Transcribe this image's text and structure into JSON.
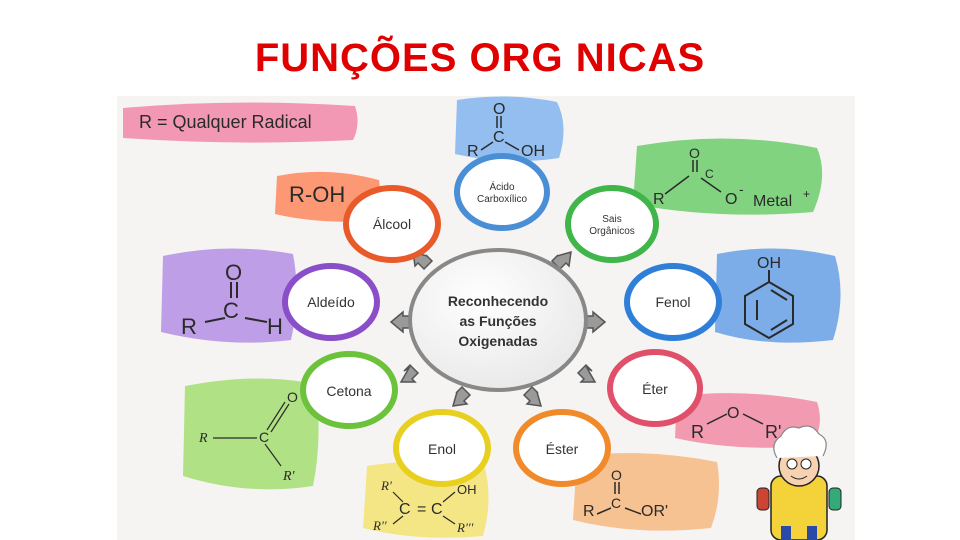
{
  "title": "FUNÇÕES ORG NICAS",
  "colors": {
    "title": "#e00000",
    "ring": "#999999"
  },
  "radical_note": "R = Qualquer Radical",
  "center": {
    "line1": "Reconhecendo",
    "line2": "as Funções",
    "line3": "Oxigenadas"
  },
  "functions": {
    "acido": {
      "line1": "Ácido",
      "line2": "Carboxílico",
      "color": "#4a8fd6"
    },
    "sais": {
      "line1": "Sais",
      "line2": "Orgânicos",
      "color": "#3fb54a"
    },
    "fenol": {
      "label": "Fenol",
      "color": "#2f7fd8"
    },
    "eter": {
      "label": "Éter",
      "color": "#e0506a"
    },
    "ester": {
      "label": "Éster",
      "color": "#f08a2a"
    },
    "enol": {
      "label": "Enol",
      "color": "#e8d020"
    },
    "cetona": {
      "label": "Cetona",
      "color": "#6cc23a"
    },
    "aldeido": {
      "label": "Aldeído",
      "color": "#8a4fc8"
    },
    "alcool": {
      "label": "Álcool",
      "color": "#e85a2a"
    }
  },
  "formulas": {
    "acido": {
      "o": "O",
      "c": "C",
      "r": "R",
      "oh": "OH"
    },
    "sais": {
      "o": "O",
      "c": "C",
      "r": "R",
      "ominus": "O",
      "charge": "-",
      "metal": "Metal",
      "plus": "+"
    },
    "fenol": {
      "oh": "OH"
    },
    "eter": {
      "r": "R",
      "o": "O",
      "r2": "R'"
    },
    "ester": {
      "o": "O",
      "c": "C",
      "r": "R",
      "or": "OR'"
    },
    "enol": {
      "r1": "R'",
      "oh": "OH",
      "c1": "C",
      "eq": "=",
      "c2": "C",
      "r2": "R''",
      "r3": "R'''"
    },
    "cetona": {
      "o": "O",
      "c": "C",
      "r": "R",
      "r2": "R'"
    },
    "aldeido": {
      "o": "O",
      "c": "C",
      "r": "R",
      "h": "H"
    },
    "alcool": {
      "formula": "R-OH"
    }
  }
}
